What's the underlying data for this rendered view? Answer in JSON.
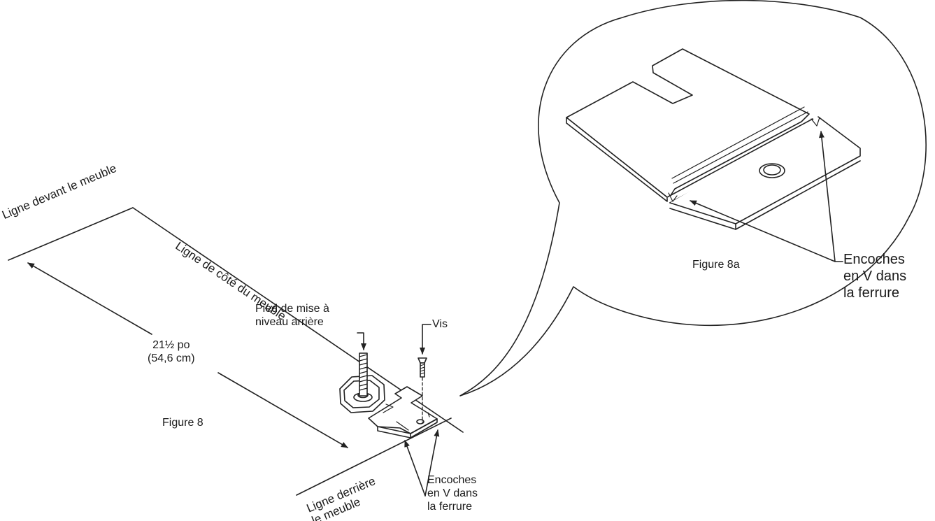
{
  "labels": {
    "front_line": "Ligne devant le meuble",
    "side_line": "Ligne de côté du meuble",
    "leveling_foot": "Pied de mise à\nniveau arrière",
    "screw": "Vis",
    "dimension": "21½ po\n(54,6 cm)",
    "figure_main": "Figure 8",
    "back_line": "Ligne derrière\nle meuble",
    "notches_small": "Encoches\nen V dans\nla ferrure",
    "figure_detail": "Figure 8a",
    "notches_large": "Encoches\nen V dans\nla ferrure"
  }
}
